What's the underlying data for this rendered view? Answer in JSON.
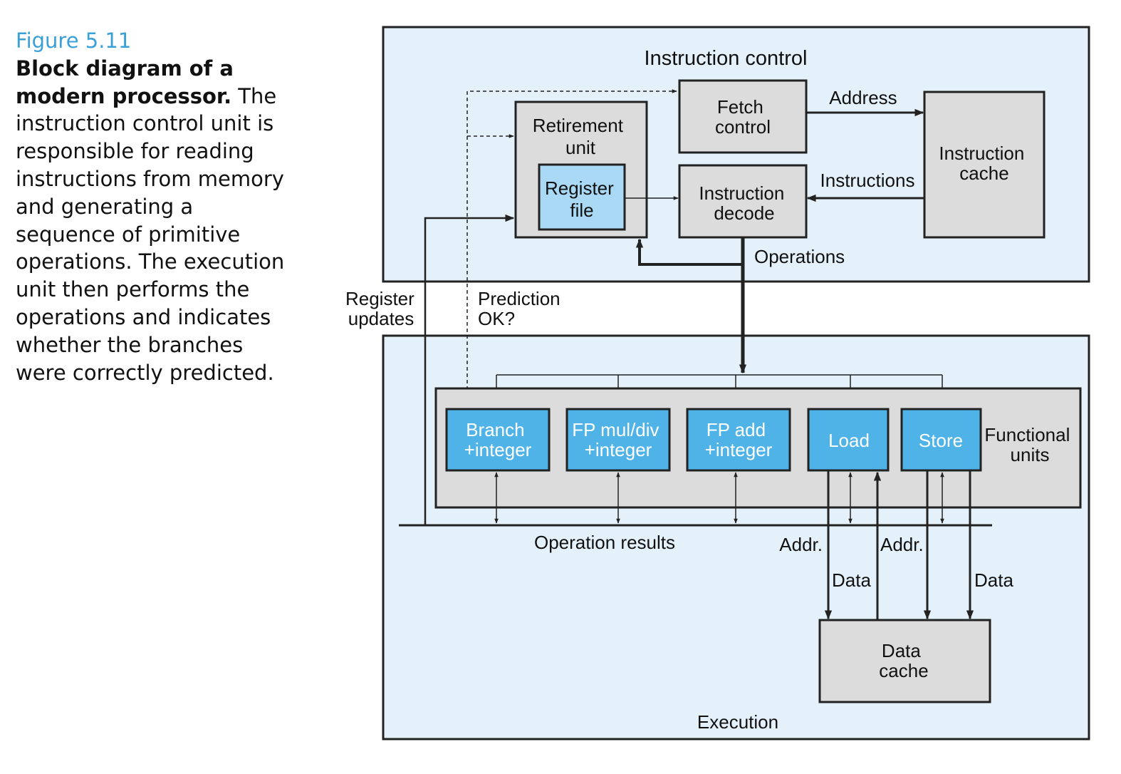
{
  "caption": {
    "figure_label": "Figure 5.11",
    "title_bold": "Block diagram of a modern processor.",
    "body": " The instruction control unit is responsible for reading instructions from memory and generating a sequence of primitive operations. The execution unit then performs the operations and indicates whether the branches were correctly predicted."
  },
  "diagram": {
    "instruction_control": {
      "label": "Instruction control",
      "fetch_control": [
        "Fetch",
        "control"
      ],
      "retirement_unit": [
        "Retirement",
        "unit"
      ],
      "register_file": [
        "Register",
        "file"
      ],
      "instruction_decode": [
        "Instruction",
        "decode"
      ],
      "instruction_cache": [
        "Instruction",
        "cache"
      ],
      "address_label": "Address",
      "instructions_label": "Instructions",
      "operations_label": "Operations"
    },
    "side_labels": {
      "register_updates": [
        "Register",
        "updates"
      ],
      "prediction_ok": [
        "Prediction",
        "OK?"
      ]
    },
    "execution": {
      "label": "Execution",
      "functional_units_label": [
        "Functional",
        "units"
      ],
      "units": [
        [
          "Branch",
          "+integer"
        ],
        [
          "FP mul/div",
          "+integer"
        ],
        [
          "FP add",
          "+integer"
        ],
        [
          "Load"
        ],
        [
          "Store"
        ]
      ],
      "operation_results": "Operation results",
      "addr_left": "Addr.",
      "addr_right": "Addr.",
      "data_left": "Data",
      "data_right": "Data",
      "data_cache": [
        "Data",
        "cache"
      ]
    },
    "colors": {
      "panel_fill": "#e4f1fa",
      "box_fill": "#dcdcdc",
      "unit_fill": "#4fb3e8",
      "register_file_fill": "#a9d9f5",
      "stroke": "#222222"
    }
  }
}
